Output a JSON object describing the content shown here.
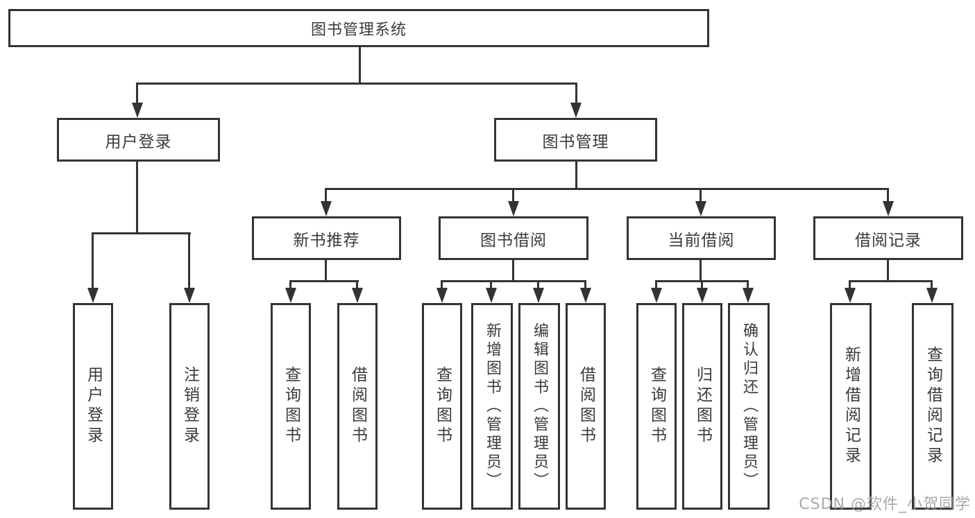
{
  "diagram": {
    "title": "图书管理系统",
    "branches": [
      {
        "label": "用户登录",
        "children": [
          {
            "label": "用户登录"
          },
          {
            "label": "注销登录"
          }
        ]
      },
      {
        "label": "图书管理",
        "children": [
          {
            "label": "新书推荐",
            "children": [
              {
                "label": "查询图书"
              },
              {
                "label": "借阅图书"
              }
            ]
          },
          {
            "label": "图书借阅",
            "children": [
              {
                "label": "查询图书"
              },
              {
                "label": "新增图书（管理员）"
              },
              {
                "label": "编辑图书（管理员）"
              },
              {
                "label": "借阅图书"
              }
            ]
          },
          {
            "label": "当前借阅",
            "children": [
              {
                "label": "查询图书"
              },
              {
                "label": "归还图书"
              },
              {
                "label": "确认归还（管理员）"
              }
            ]
          },
          {
            "label": "借阅记录",
            "children": [
              {
                "label": "新增借阅记录"
              },
              {
                "label": "查询借阅记录"
              }
            ]
          }
        ]
      }
    ]
  },
  "watermark": "CSDN @软件_小贺同学",
  "colors": {
    "line": "#333333",
    "text": "#3a3a3a",
    "watermark": "#9e9e9e",
    "background": "#ffffff"
  }
}
